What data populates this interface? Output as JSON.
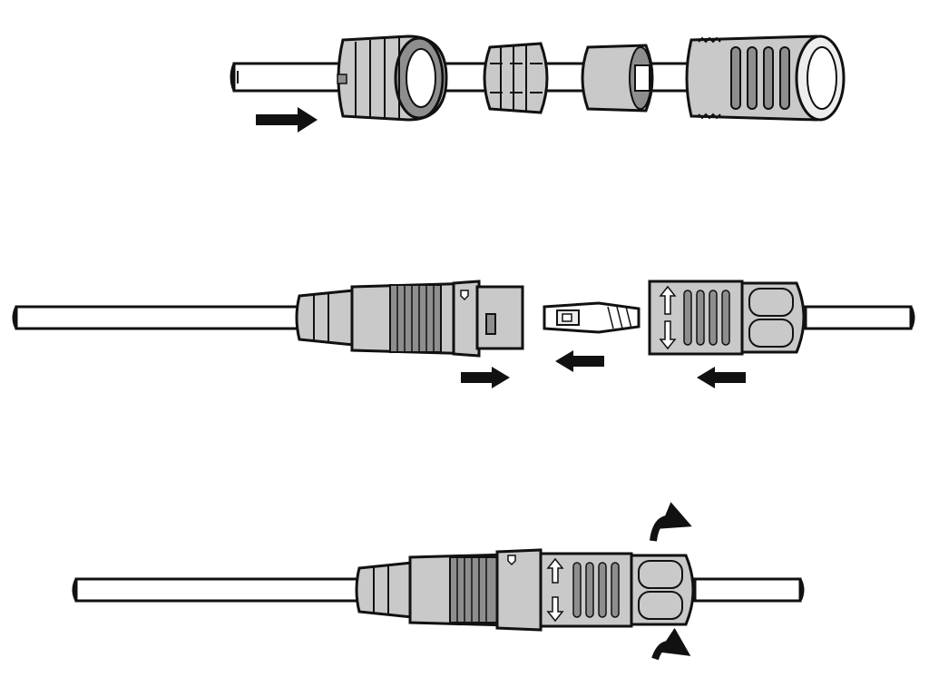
{
  "diagram": {
    "type": "assembly-instruction",
    "colors": {
      "stroke": "#111111",
      "body_fill": "#c9c9c9",
      "dark_fill": "#8e8e8e",
      "light_fill": "#ededed",
      "background": "#ffffff",
      "arrow": "#111111"
    },
    "steps": [
      {
        "id": "step-1",
        "icons": [
          "right-arrow-icon"
        ]
      },
      {
        "id": "step-2",
        "icons": [
          "right-arrow-icon",
          "left-arrow-icon",
          "left-arrow-icon"
        ]
      },
      {
        "id": "step-3",
        "icons": [
          "rotate-arrow-icon",
          "rotate-arrow-icon"
        ]
      }
    ]
  }
}
